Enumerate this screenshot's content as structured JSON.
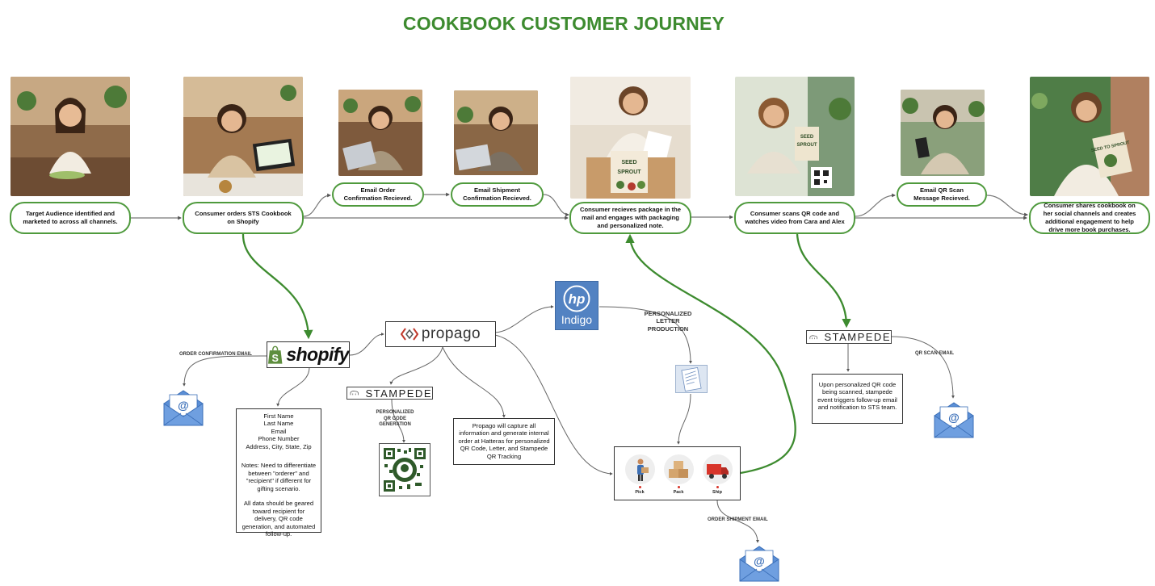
{
  "title": "COOKBOOK CUSTOMER JOURNEY",
  "steps": [
    {
      "label": "Target Audience identified and marketed to across all channels."
    },
    {
      "label": "Consumer orders STS Cookbook on Shopify"
    },
    {
      "label": "Email Order Confirmation Recieved."
    },
    {
      "label": "Email Shipment Confirmation Recieved."
    },
    {
      "label": "Consumer recieves package in the mail and engages with packaging and personalized note."
    },
    {
      "label": "Consumer scans QR  code and watches video from Cara and Alex"
    },
    {
      "label": "Email QR Scan Message Recieved."
    },
    {
      "label": "Consumer shares cookbook on her social channels and creates additional engagement to help drive more book purchases."
    }
  ],
  "logos": {
    "shopify": "shopify",
    "propago": "propago",
    "hp_indigo": "Indigo",
    "stampede_1": "STAMPEDE",
    "stampede_2": "STAMPEDE"
  },
  "labels": {
    "order_confirmation_email": "ORDER CONFIRMATION EMAIL",
    "personalized_qr": [
      "PERSONALIZED",
      "QR CODE",
      "GENERATION"
    ],
    "personalized_letter": [
      "PERSONALIZED",
      "LETTER",
      "PRODUCTION"
    ],
    "qr_scan_email": "QR SCAN EMAIL",
    "order_shipment_email": "ORDER SHIPMENT EMAIL"
  },
  "notes": {
    "shopify_fields": [
      "First Name",
      "Last Name",
      "Email",
      "Phone Number",
      "Address, City, State, Zip",
      "",
      "Notes: Need to differentiate between \"orderer\" and \"recipient\" if different for gifting scenario.",
      "",
      "All data should be geared toward recipient for delivery, QR code generation, and automated follow-up."
    ],
    "propago": "Propago will capture all information and generate internal order at Hatteras for personalized QR Code, Letter, and Stampede QR Tracking",
    "stampede": "Upon personalized QR code being scanned, stampede event triggers follow-up email and notification to STS team."
  },
  "fulfillment": {
    "stages": [
      {
        "label": "Pick",
        "icon": "worker-icon"
      },
      {
        "label": "Pack",
        "icon": "boxes-icon"
      },
      {
        "label": "Ship",
        "icon": "truck-icon"
      }
    ]
  },
  "colors": {
    "accent_green": "#3d8b2f",
    "pill_border": "#4f9a3d",
    "hp_blue": "#5282c2",
    "mail_blue": "#5b8fd6"
  }
}
